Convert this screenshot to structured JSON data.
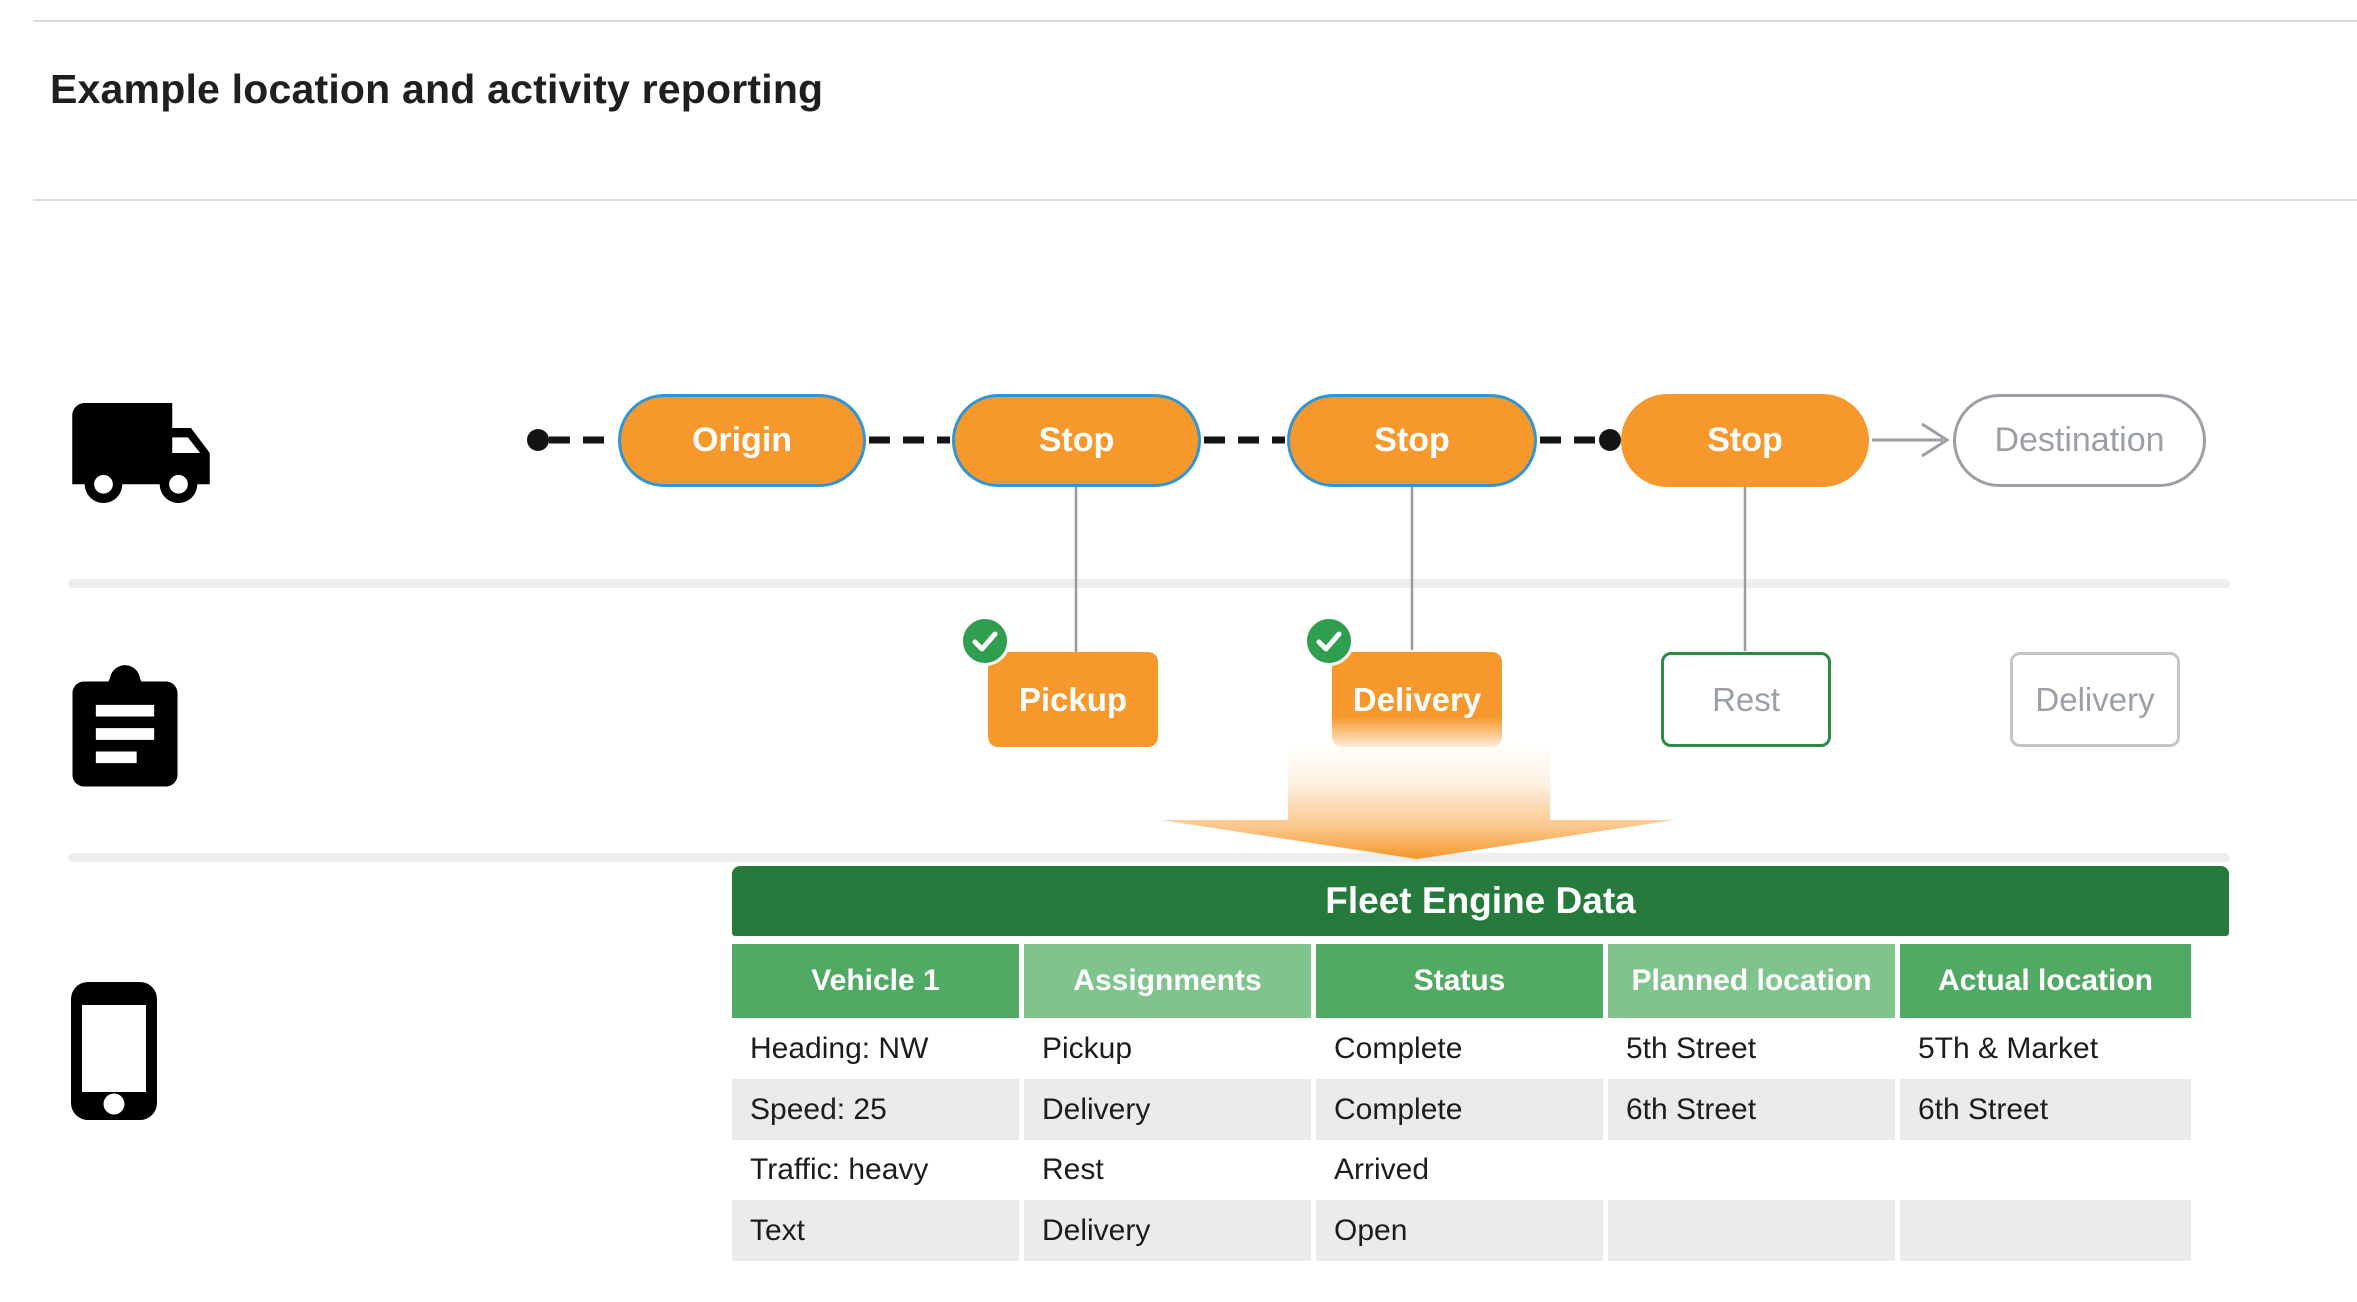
{
  "header": {
    "title": "Example location and activity reporting"
  },
  "theme": {
    "orange": "#F6982B",
    "blue": "#3095D2",
    "greenDark": "#267B3C",
    "greenMid": "#51AA64",
    "greenLight": "#7FC48D",
    "checkGreen": "#2F9E4F",
    "restGreen": "#2E8B47",
    "gray": "#9AA0A6",
    "rowGray": "#EBEBEB"
  },
  "icons": {
    "left_rail": [
      "truck-icon",
      "clipboard-icon",
      "smartphone-icon"
    ],
    "status": "check-icon",
    "flow": "down-arrow-gradient"
  },
  "route": {
    "nodes": [
      {
        "label": "Origin",
        "state": "planned"
      },
      {
        "label": "Stop",
        "state": "planned"
      },
      {
        "label": "Stop",
        "state": "planned"
      },
      {
        "label": "Stop",
        "state": "current"
      },
      {
        "label": "Destination",
        "state": "future"
      }
    ]
  },
  "activities": {
    "boxes": [
      {
        "label": "Pickup",
        "completed": true
      },
      {
        "label": "Delivery",
        "completed": true
      },
      {
        "label": "Rest",
        "completed": false
      },
      {
        "label": "Delivery",
        "completed": false
      }
    ]
  },
  "table": {
    "title": "Fleet Engine Data",
    "columns": [
      {
        "label": "Vehicle 1",
        "tone": "mid"
      },
      {
        "label": "Assignments",
        "tone": "light"
      },
      {
        "label": "Status",
        "tone": "mid"
      },
      {
        "label": "Planned location",
        "tone": "light"
      },
      {
        "label": "Actual location",
        "tone": "mid"
      }
    ],
    "rows": [
      [
        "Heading: NW",
        "Pickup",
        "Complete",
        "5th Street",
        "5Th & Market"
      ],
      [
        "Speed: 25",
        "Delivery",
        "Complete",
        "6th Street",
        "6th Street"
      ],
      [
        "Traffic: heavy",
        "Rest",
        "Arrived",
        "",
        ""
      ],
      [
        "Text",
        "Delivery",
        "Open",
        "",
        ""
      ]
    ]
  }
}
